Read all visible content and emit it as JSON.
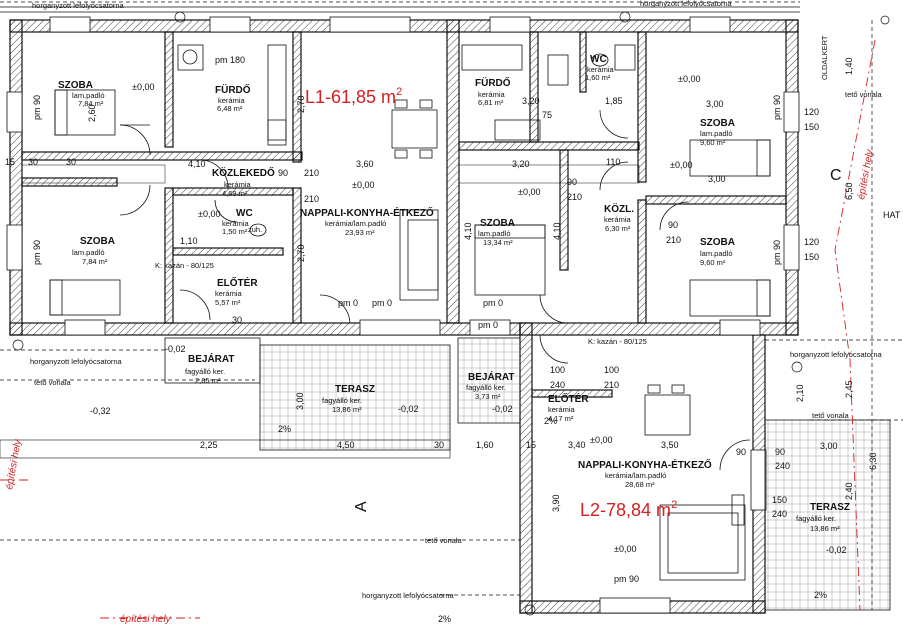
{
  "units": {
    "L1": {
      "label": "L1-61,85 m",
      "sup": "2",
      "rooms": [
        {
          "name": "SZOBA",
          "floor": "lam.padló",
          "area": "7,84 m²"
        },
        {
          "name": "FÜRDŐ",
          "floor": "kerámia",
          "area": "6,48 m²"
        },
        {
          "name": "KÖZLEKEDŐ",
          "floor": "kerámia",
          "area": "4,69 m²"
        },
        {
          "name": "WC",
          "floor": "kerámia",
          "area": "1,50 m²"
        },
        {
          "name": "NAPPALI-KONYHA-ÉTKEZŐ",
          "floor": "kerámia/lam.padló",
          "area": "23,93 m²"
        },
        {
          "name": "SZOBA",
          "floor": "lam.padló",
          "area": "7,84 m²"
        },
        {
          "name": "ELŐTÉR",
          "floor": "kerámia",
          "area": "5,57 m²"
        },
        {
          "name": "BEJÁRAT",
          "floor": "fagyálló ker.",
          "area": "2,85 m²"
        },
        {
          "name": "TERASZ",
          "floor": "fagyálló ker.",
          "area": "13,86 m²"
        }
      ]
    },
    "L2": {
      "label": "L2-78,84 m",
      "sup": "2",
      "rooms": [
        {
          "name": "FÜRDŐ",
          "floor": "kerámia",
          "area": "6,81 m²"
        },
        {
          "name": "WC",
          "floor": "kerámia",
          "area": "1,60 m²"
        },
        {
          "name": "SZOBA",
          "floor": "lam.padló",
          "area": "9,60 m²"
        },
        {
          "name": "SZOBA",
          "floor": "lam.padló",
          "area": "13,34 m²"
        },
        {
          "name": "KÖZL.",
          "floor": "kerámia",
          "area": "6,30 m²"
        },
        {
          "name": "SZOBA",
          "floor": "lam.padló",
          "area": "9,60 m²"
        },
        {
          "name": "BEJÁRAT",
          "floor": "fagyálló ker.",
          "area": "3,73 m²"
        },
        {
          "name": "ELŐTÉR",
          "floor": "kerámia",
          "area": "4,17 m²"
        },
        {
          "name": "NAPPALI-KONYHA-ÉTKEZŐ",
          "floor": "kerámia/lam.padló",
          "area": "28,68 m²"
        },
        {
          "name": "TERASZ",
          "floor": "fagyálló ker.",
          "area": "13,86 m²"
        }
      ]
    }
  },
  "annotations": {
    "gutter": "horganyzott lefolyócsatorna",
    "roof_line": "tető vonala",
    "build_line": "építési hely",
    "boiler1": "K: kazán - 80/125",
    "boiler2": "K: kazán - 80/125",
    "shower": "zuh.",
    "side_label": "OLDALKERT",
    "hat": "HAT",
    "section_a": "A",
    "section_c": "C"
  },
  "levels": {
    "zero": "±0,00",
    "minus002": "-0,02",
    "minus032": "-0,32",
    "pm0": "pm 0",
    "pm90": "pm 90",
    "pm180": "pm 180",
    "slope": "2%"
  },
  "dims": {
    "d90": "90",
    "d210": "210",
    "d120": "120",
    "d150": "150",
    "d100": "100",
    "d240": "240",
    "d15": "15",
    "d30": "30",
    "d110": "1,10",
    "d160": "1,60",
    "d185": "1,85",
    "d225": "2,25",
    "d260": "2,60",
    "d270": "2,70",
    "d300": "3,00",
    "d320": "3,20",
    "d340": "3,40",
    "d350": "3,50",
    "d360": "3,60",
    "d390": "3,90",
    "d410": "4,10",
    "d450": "4,50",
    "d140": "1,40",
    "d650": "6,50",
    "d630": "6,30",
    "d245": "2,45",
    "d210b": "2,10",
    "d240b": "2,40",
    "d75": "75",
    "d110b": "110"
  }
}
